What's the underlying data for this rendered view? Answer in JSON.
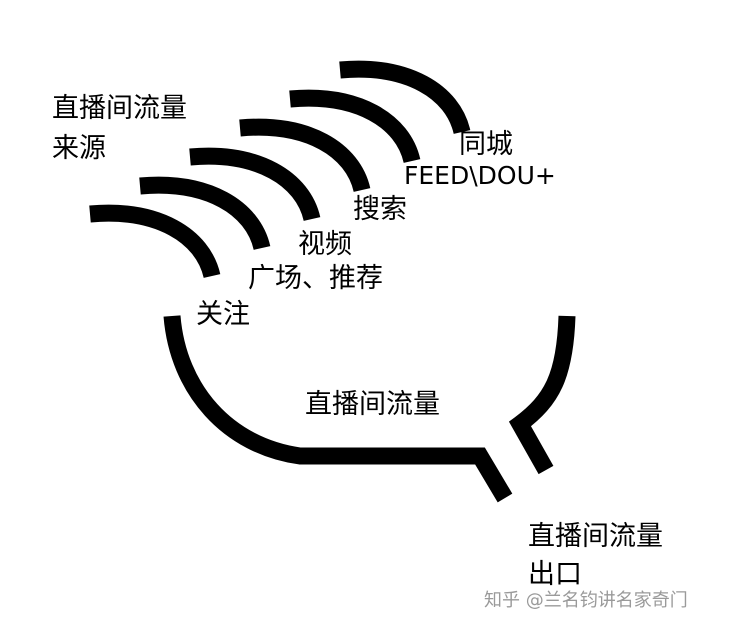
{
  "sources_title": [
    "直播间流量",
    "来源"
  ],
  "channels": [
    "关注",
    "广场、推荐",
    "视频",
    "搜索",
    "FEED\\DOU+",
    "同城"
  ],
  "pool_label": "直播间流量",
  "exit_label": [
    "直播间流量",
    "出口"
  ],
  "watermark": "知乎 @兰名钧讲名家奇门",
  "colors": {
    "ink": "#000000",
    "watermark": "#9a9a9a",
    "background": "#ffffff"
  }
}
